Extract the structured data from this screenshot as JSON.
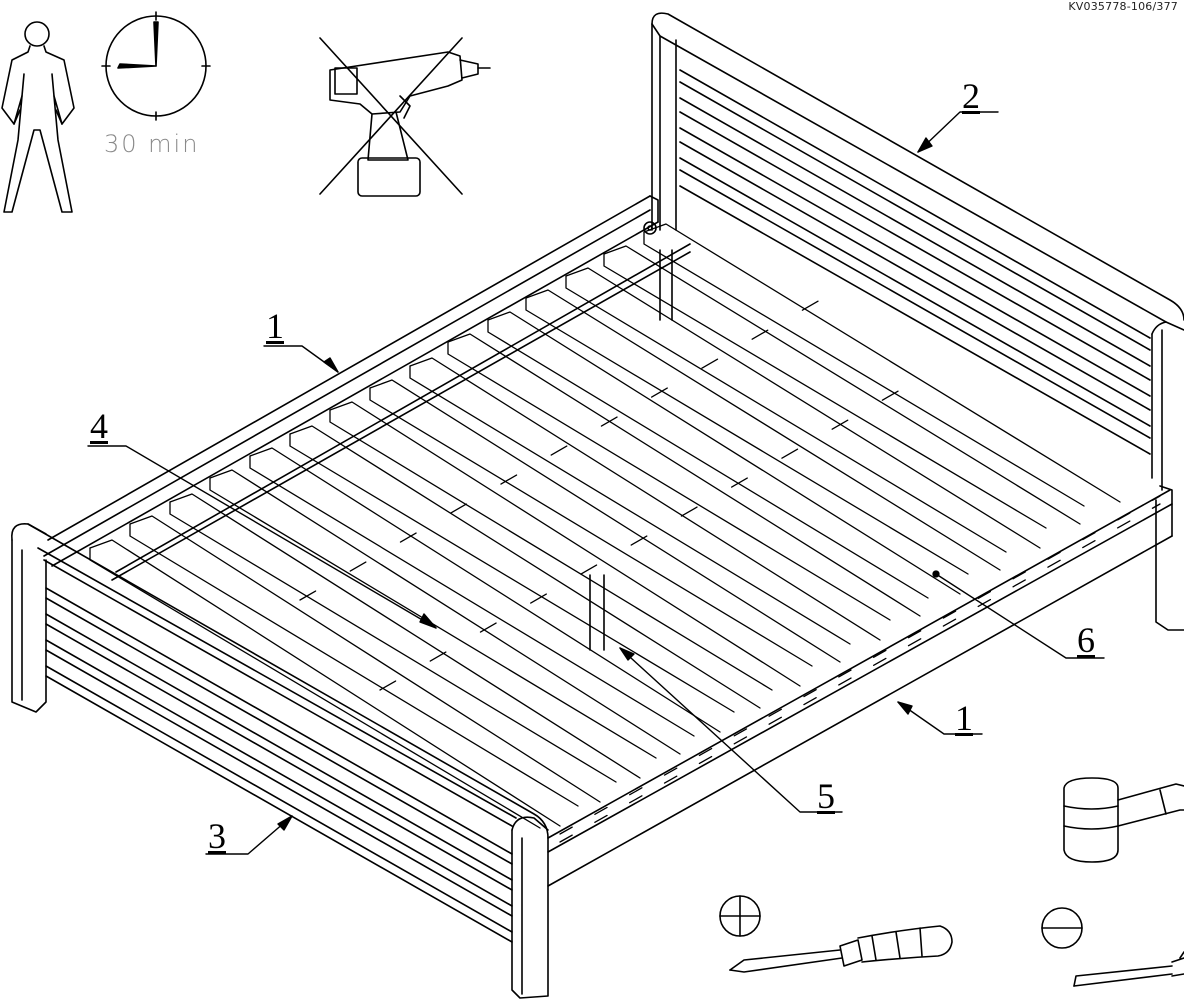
{
  "document": {
    "code": "KV035778-106/377",
    "assembly": {
      "people_required": 1,
      "time_label": "30 min",
      "power_drill_allowed": false
    },
    "callouts": [
      {
        "id": "c1",
        "label": "1"
      },
      {
        "id": "c2",
        "label": "2"
      },
      {
        "id": "c3",
        "label": "3"
      },
      {
        "id": "c4",
        "label": "4"
      },
      {
        "id": "c5",
        "label": "5"
      },
      {
        "id": "c6",
        "label": "6"
      },
      {
        "id": "c7",
        "label": "1"
      }
    ],
    "tools": [
      {
        "name": "rubber-mallet"
      },
      {
        "name": "phillips-screwdriver"
      },
      {
        "name": "flat-screwdriver"
      }
    ]
  }
}
